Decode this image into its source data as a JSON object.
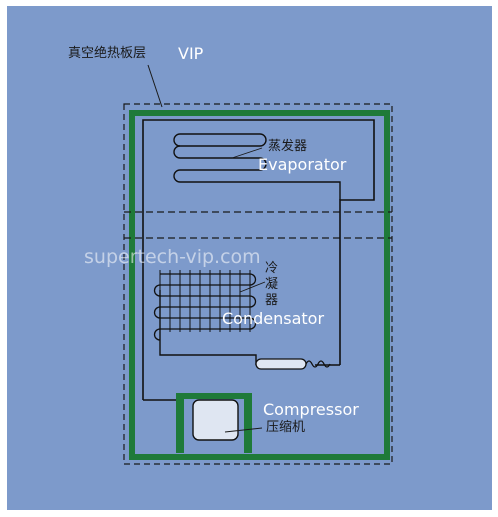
{
  "labels": {
    "vip_zh": "真空绝热板层",
    "vip_en": "VIP",
    "evaporator_zh": "蒸发器",
    "evaporator_en": "Evaporator",
    "condensator_zh_1": "冷",
    "condensator_zh_2": "凝",
    "condensator_zh_3": "器",
    "condensator_en": "Condensator",
    "compressor_en": "Compressor",
    "compressor_zh": "压缩机",
    "watermark": "supertech-vip.com"
  },
  "colors": {
    "background": "#7d9acb",
    "frame": "#ffffff",
    "vip_panel": "#1f7a39",
    "line": "#111111",
    "compressor_body": "#dfe6f2"
  }
}
